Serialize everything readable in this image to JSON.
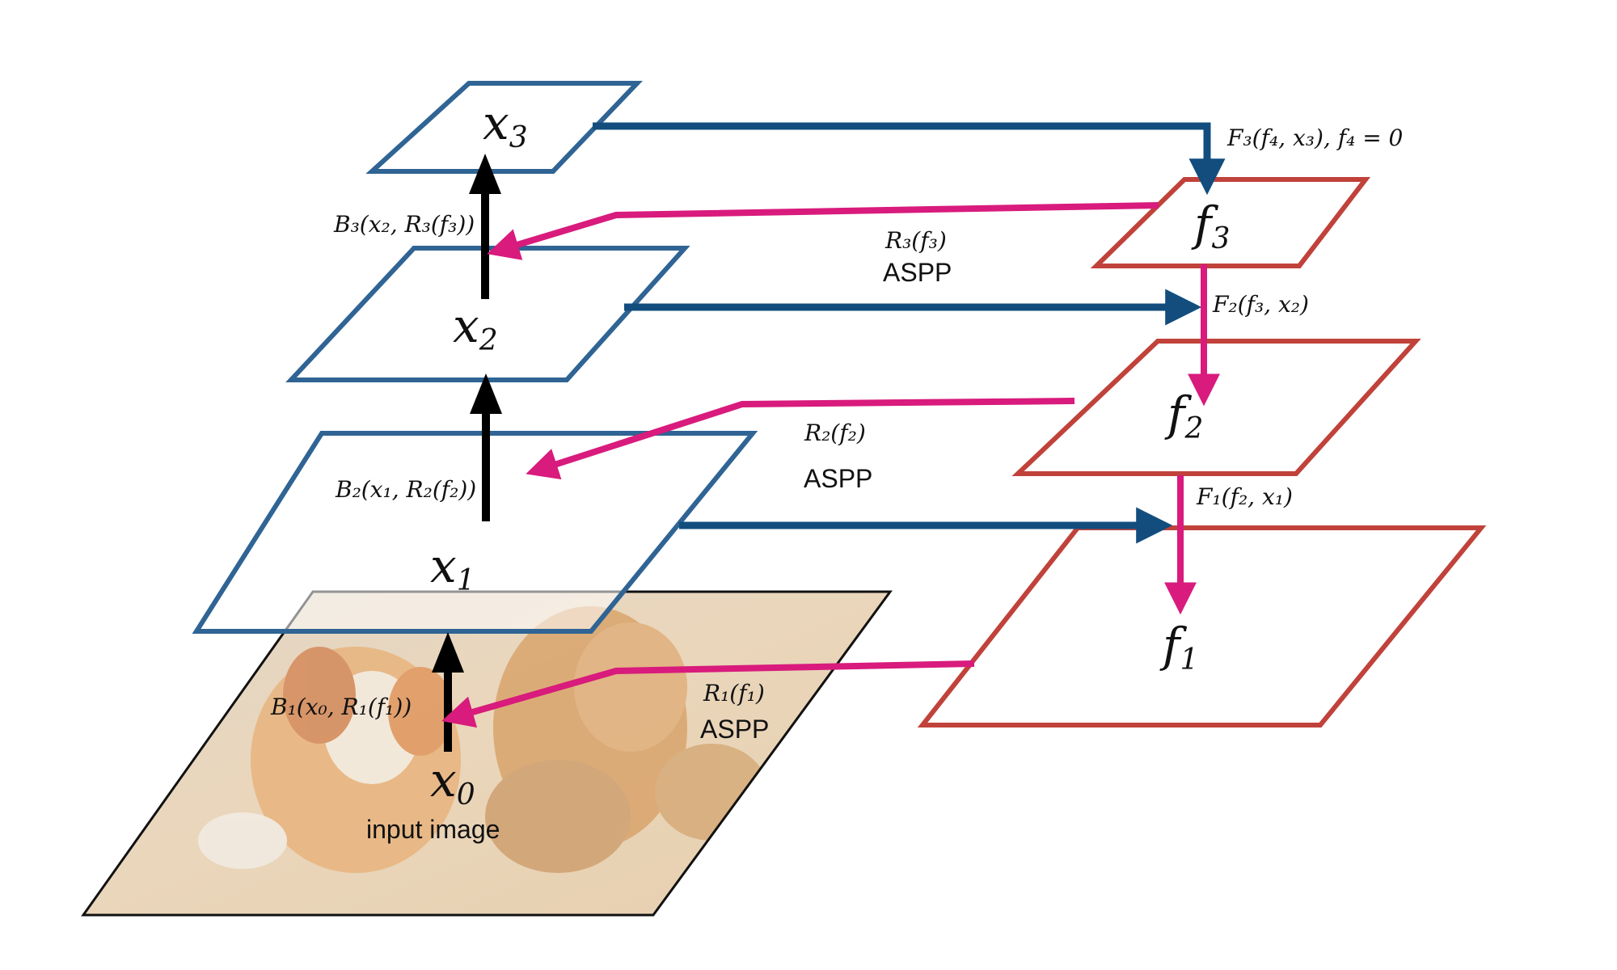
{
  "levels": {
    "x0": {
      "base": "x",
      "sub": "0",
      "caption": "input image"
    },
    "x1": {
      "base": "x",
      "sub": "1"
    },
    "x2": {
      "base": "x",
      "sub": "2"
    },
    "x3": {
      "base": "x",
      "sub": "3"
    },
    "f1": {
      "base": "f",
      "sub": "1"
    },
    "f2": {
      "base": "f",
      "sub": "2"
    },
    "f3": {
      "base": "f",
      "sub": "3"
    }
  },
  "edge_labels": {
    "F3": "F₃(f₄, x₃),  f₄ = 0",
    "F2": "F₂(f₃, x₂)",
    "F1": "F₁(f₂, x₁)",
    "R3": "R₃(f₃)",
    "R2": "R₂(f₂)",
    "R1": "R₁(f₁)",
    "B3": "B₃(x₂, R₃(f₃))",
    "B2": "B₂(x₁, R₂(f₂))",
    "B1": "B₁(x₀, R₁(f₁))",
    "aspp": "ASPP"
  },
  "colors": {
    "encoder_plane": "#2f6494",
    "decoder_plane": "#c0423a",
    "fusion_arrow": "#124d7e",
    "refine_arrow": "#d81b7c",
    "backbone_arrow": "#000000"
  }
}
